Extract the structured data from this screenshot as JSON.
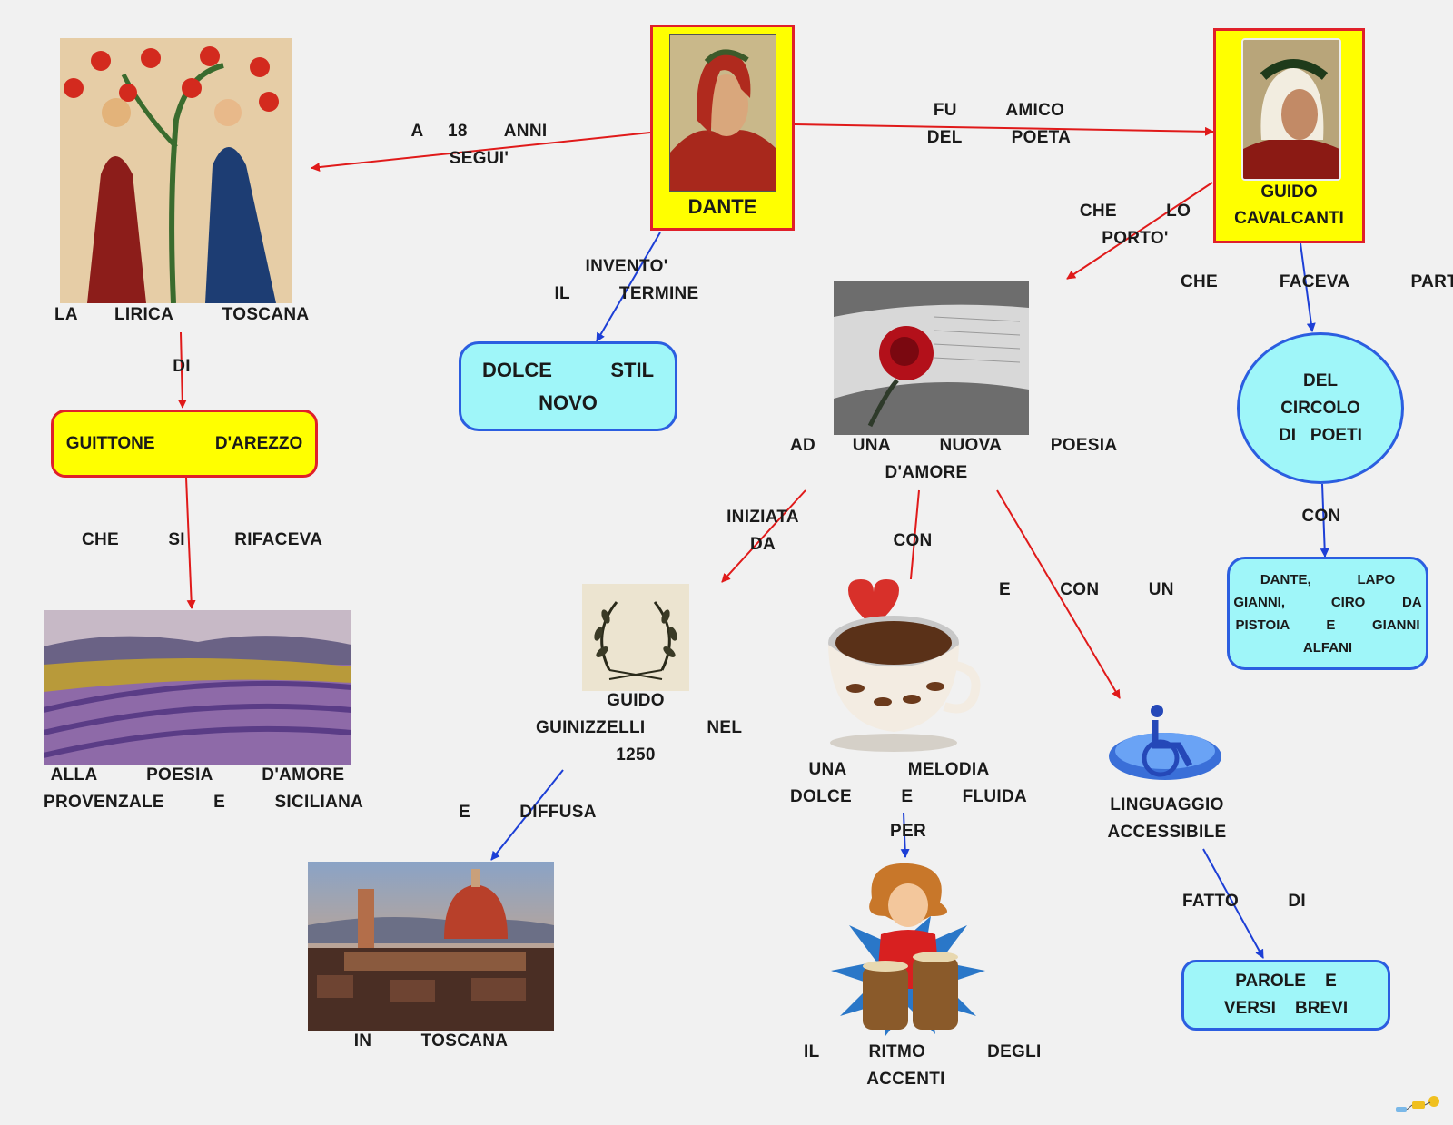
{
  "nodes": {
    "dante": "DANTE",
    "cavalcanti": "GUIDO\nCAVALCANTI",
    "lirica": "LA   LIRICA    TOSCANA",
    "guittone": "GUITTONE     D'AREZZO",
    "dolce": "DOLCE    STIL\nNOVO",
    "poesia_provenzale": "ALLA    POESIA    D'AMORE\nPROVENZALE    E    SICILIANA",
    "nuova_poesia": "AD   UNA    NUOVA    POESIA\nD'AMORE",
    "circolo": "DEL\nCIRCOLO\nDI   POETI",
    "poeti_elenco": "DANTE,     LAPO\nGIANNI,     CIRO    DA\nPISTOIA    E    GIANNI\nALFANI",
    "guinizzelli": "GUIDO\nGUINIZZELLI     NEL\n1250",
    "melodia": "UNA     MELODIA\nDOLCE    E    FLUIDA",
    "linguaggio": "LINGUAGGIO\nACCESSIBILE",
    "toscana": "IN    TOSCANA",
    "ritmo": "IL    RITMO     DEGLI\nACCENTI",
    "parole": "PAROLE    E\nVERSI    BREVI"
  },
  "links": {
    "a18": "A  18   ANNI\nSEGUI'",
    "fu_amico": "FU    AMICO\nDEL    POETA",
    "invento": "INVENTO'\nIL    TERMINE",
    "che_lo": "CHE    LO\nPORTO'",
    "che_faceva": "CHE     FACEVA     PARTE",
    "di": "DI",
    "che_si": "CHE    SI    RIFACEVA",
    "con1": "CON",
    "iniziata": "INIZIATA\nDA",
    "con2": "CON",
    "e_con_un": "E    CON    UN",
    "e_diffusa": "E    DIFFUSA",
    "per": "PER",
    "fatto_di": "FATTO    DI"
  },
  "colors": {
    "red_arrow": "#e01a1a",
    "blue_arrow": "#1d3fd6",
    "yellow_fill": "#ffff00",
    "cyan_fill": "#9ff6f9"
  },
  "icons": [
    "dante-portrait",
    "cavalcanti-portrait",
    "medieval-lovers-image",
    "lavender-field-image",
    "laurel-wreath-icon",
    "rose-book-image",
    "coffee-heart-icon",
    "wheelchair-icon",
    "florence-duomo-image",
    "drummer-icon",
    "mindmap-logo-icon"
  ]
}
